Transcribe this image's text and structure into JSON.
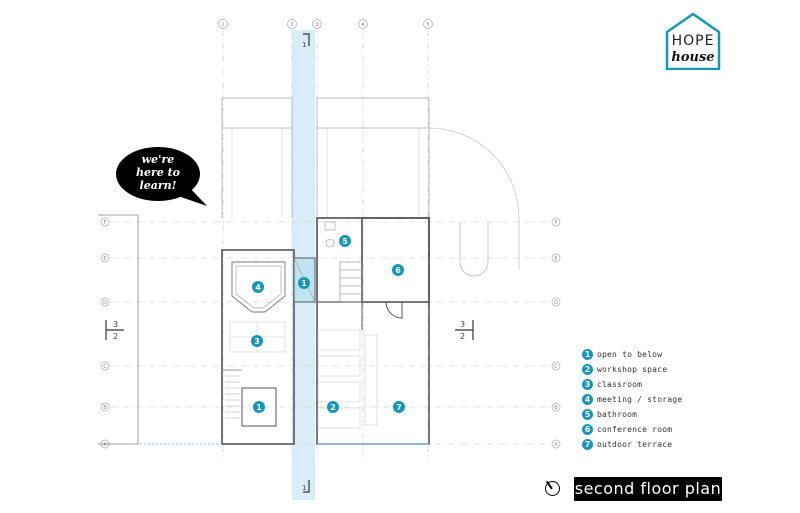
{
  "logo": {
    "line1": "HOPE",
    "line2": "house",
    "accent_color": "#1797b8"
  },
  "speech_bubble": {
    "text_line1": "we're",
    "text_line2": "here to",
    "text_line3": "learn!"
  },
  "grid": {
    "columns": [
      "1",
      "2",
      "3",
      "4",
      "5"
    ],
    "rows": [
      "F",
      "E",
      "D",
      "C",
      "B",
      "A"
    ]
  },
  "section_marks": {
    "top": "1",
    "bottom": "1",
    "left_top": "3",
    "left_bottom": "2",
    "right_top": "3",
    "right_bottom": "2"
  },
  "room_tags": [
    "1",
    "2",
    "3",
    "4",
    "5",
    "6",
    "7",
    "1"
  ],
  "legend": [
    {
      "num": "1",
      "label": "open to below"
    },
    {
      "num": "2",
      "label": "workshop space"
    },
    {
      "num": "3",
      "label": "classroom"
    },
    {
      "num": "4",
      "label": "meeting / storage"
    },
    {
      "num": "5",
      "label": "bathroom"
    },
    {
      "num": "6",
      "label": "conference room"
    },
    {
      "num": "7",
      "label": "outdoor terrace"
    }
  ],
  "plan_title": "second floor plan",
  "north_icon": "north-arrow-icon",
  "colors": {
    "tag": "#1797b8",
    "highlight": "#d7eef8",
    "walls": "#555555",
    "grid": "#bbbbbb"
  }
}
